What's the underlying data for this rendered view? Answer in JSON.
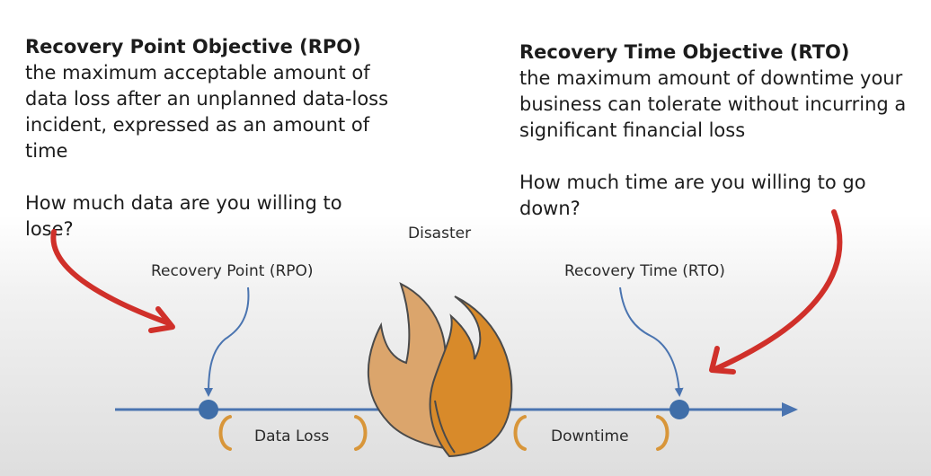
{
  "rpo": {
    "title": "Recovery Point Objective (RPO)",
    "lines": [
      "the maximum acceptable amount of",
      "data loss after an unplanned data-loss",
      "incident, expressed as an amount of",
      "time"
    ],
    "question": "How much data are you willing to lose?"
  },
  "rto": {
    "title": "Recovery Time Objective (RTO)",
    "lines": [
      "the maximum amount of downtime your",
      "business can tolerate without incurring a",
      "significant financial loss"
    ],
    "question": "How much time are you willing to go down?"
  },
  "diagram": {
    "disaster_label": "Disaster",
    "recovery_point_label": "Recovery Point (RPO)",
    "recovery_time_label": "Recovery Time (RTO)",
    "data_loss_label": "Data Loss",
    "downtime_label": "Downtime"
  },
  "colors": {
    "timeline": "#4a74b0",
    "point": "#3f6ea8",
    "bracket": "#d8963a",
    "red_arrow": "#d0302a",
    "flame_left": "#dba56c",
    "flame_right": "#d88a2a",
    "flame_stroke": "#4a4a4a"
  }
}
